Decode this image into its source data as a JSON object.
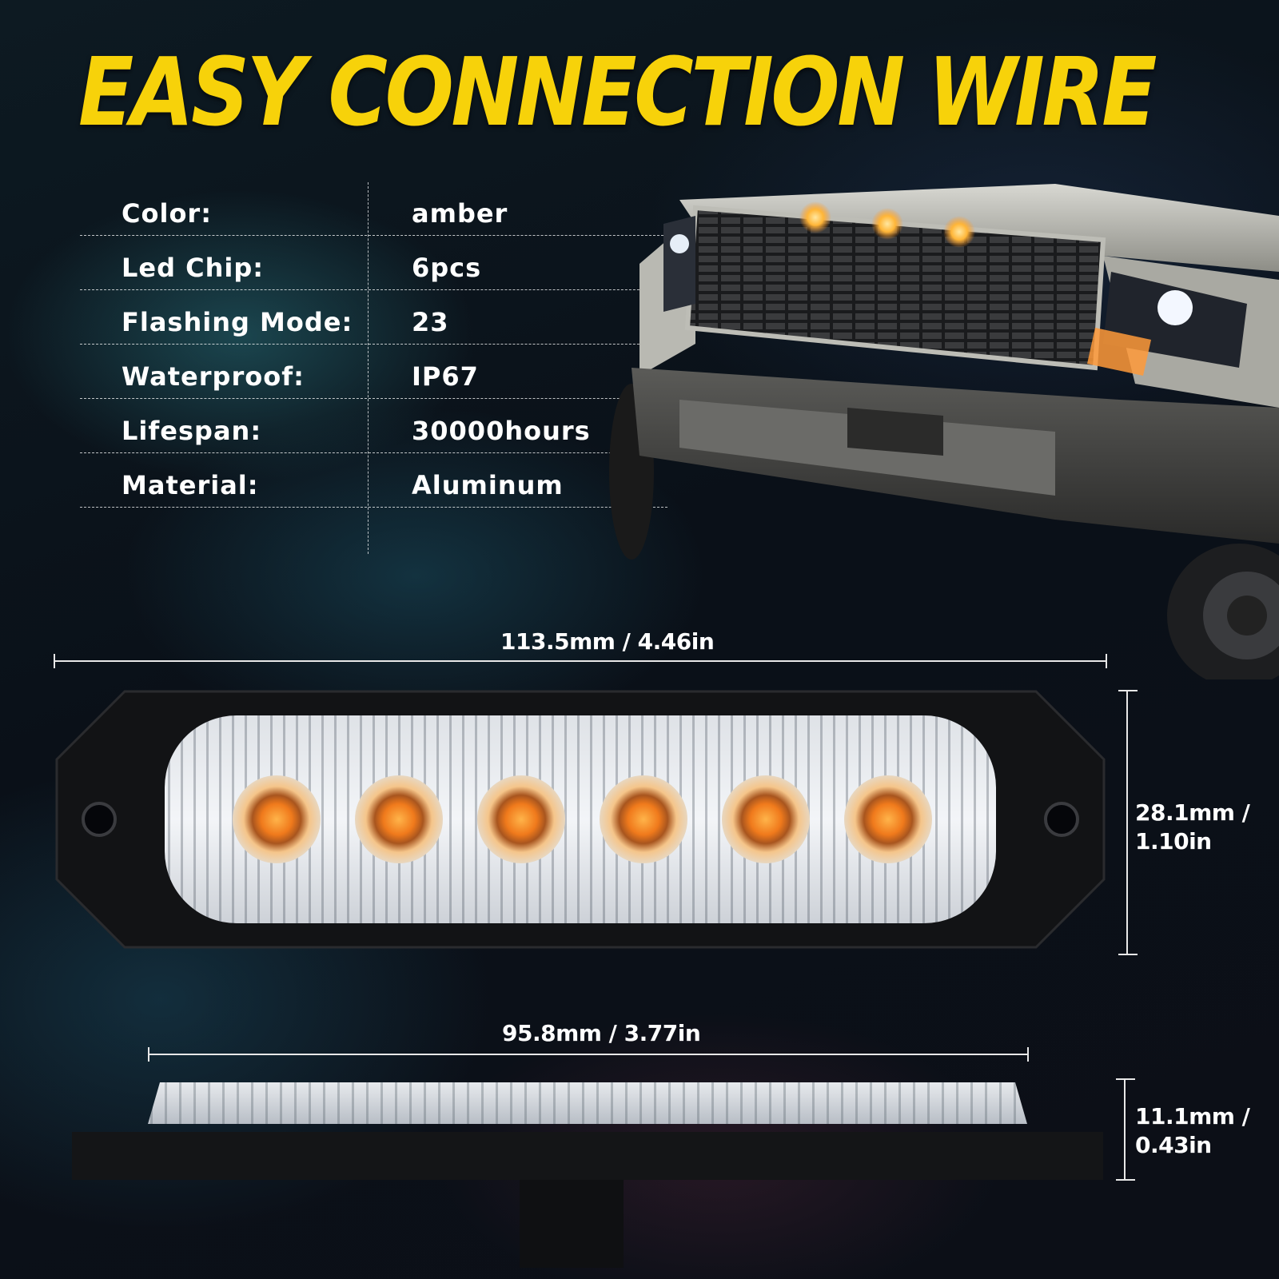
{
  "title": "EASY CONNECTION WIRE",
  "specs": [
    {
      "label": "Color:",
      "value": "amber"
    },
    {
      "label": "Led Chip:",
      "value": "6pcs"
    },
    {
      "label": "Flashing Mode:",
      "value": "23"
    },
    {
      "label": "Waterproof:",
      "value": "IP67"
    },
    {
      "label": "Lifespan:",
      "value": "30000hours"
    },
    {
      "label": "Material:",
      "value": "Aluminum"
    }
  ],
  "dimensions": {
    "front_width": "113.5mm / 4.46in",
    "front_height_line1": "28.1mm /",
    "front_height_line2": "1.10in",
    "side_width": "95.8mm / 3.77in",
    "side_height_line1": "11.1mm /",
    "side_height_line2": "0.43in"
  },
  "colors": {
    "title": "#f7d20a",
    "led": "#ff9a2e",
    "housing": "#111214"
  }
}
